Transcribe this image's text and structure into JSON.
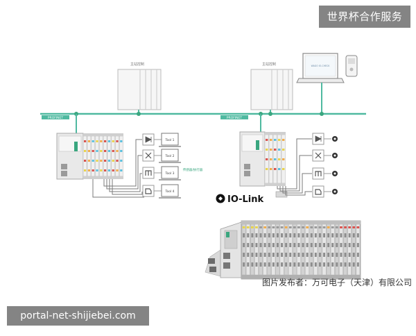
{
  "overlay_tag": "世界杯合作服务",
  "watermark": "portal-net-shijiebei.com",
  "publisher_caption": "图片发布者：万可电子（天津）有限公司",
  "diagram": {
    "controller_left_label": "主站控制",
    "controller_right_label": "主站控制",
    "bus_label_left": "PROFINET",
    "bus_label_right": "PROFINET",
    "laptop_screen_text": "WAGO IO-CHECK",
    "tool_labels": [
      "Tool 1",
      "Tool 2",
      "Tool 3",
      "Tool 4"
    ],
    "sensor_note": "传感器/执行器",
    "io_link_logo": "IO-Link"
  },
  "colors": {
    "bus_green": "#4fb9a0",
    "node_green": "#3aa67f",
    "module_gray": "#dcdcdc",
    "cable_gray": "#7a7a7a"
  }
}
